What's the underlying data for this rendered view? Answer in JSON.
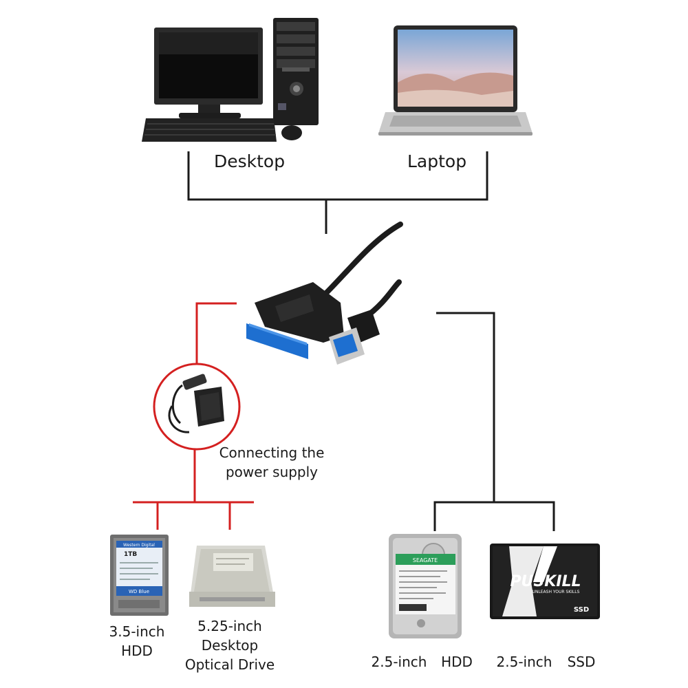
{
  "labels": {
    "desktop": "Desktop",
    "laptop": "Laptop",
    "power_line1": "Connecting the",
    "power_line2": "power supply",
    "hdd35_line1": "3.5-inch",
    "hdd35_line2": "HDD",
    "optical_line1": "5.25-inch",
    "optical_line2": "Desktop",
    "optical_line3": "Optical Drive",
    "hdd25_size": "2.5-inch",
    "hdd25_type": "HDD",
    "ssd25_size": "2.5-inch",
    "ssd25_type": "SSD"
  },
  "device_text": {
    "ssd_brand": "PUSKILL",
    "ssd_tagline": "UNLEASH YOUR SKILLS",
    "ssd_badge": "SSD",
    "hdd35_capacity": "1TB",
    "hdd35_brand": "Western Digital",
    "hdd35_series": "WD Blue",
    "hdd25_brand": "SEAGATE"
  },
  "colors": {
    "data_line": "#1a1a1a",
    "power_line": "#d42020",
    "sata_connector": "#1e6fd0",
    "usb_tongue": "#1e6fd0"
  }
}
